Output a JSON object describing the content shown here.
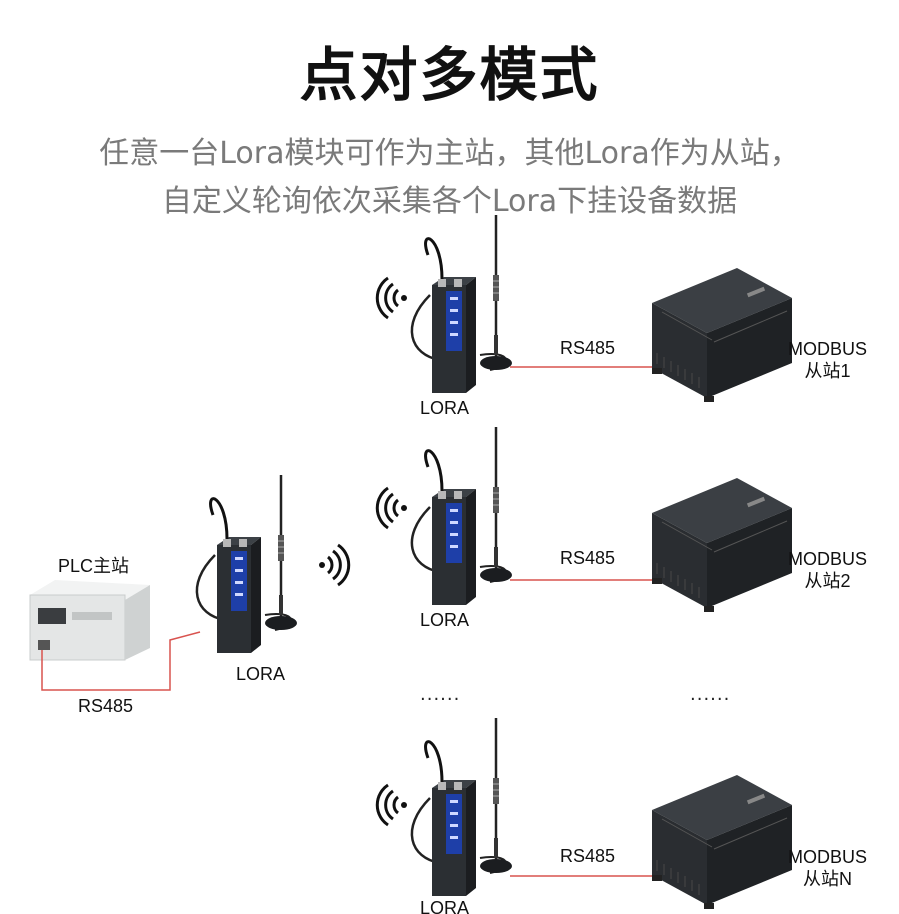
{
  "title": "点对多模式",
  "subtitle_line1": "任意一台Lora模块可作为主站，其他Lora作为从站，",
  "subtitle_line2": "自定义轮询依次采集各个Lora下挂设备数据",
  "master": {
    "plc_label": "PLC主站",
    "rs485_label": "RS485",
    "lora_label": "LORA"
  },
  "slaves": [
    {
      "lora_label": "LORA",
      "rs485_label": "RS485",
      "device_line1": "MODBUS",
      "device_line2": "从站1"
    },
    {
      "lora_label": "LORA",
      "rs485_label": "RS485",
      "device_line1": "MODBUS",
      "device_line2": "从站2"
    },
    {
      "lora_label": "LORA",
      "rs485_label": "RS485",
      "device_line1": "MODBUS",
      "device_line2": "从站N"
    }
  ],
  "ellipsis_left": "......",
  "ellipsis_right": "......",
  "colors": {
    "wire": "#d9534f",
    "module_body": "#2b2f33",
    "module_led": "#1e3fa8",
    "plc": "#e4e6e6",
    "device": "#2f3236"
  }
}
